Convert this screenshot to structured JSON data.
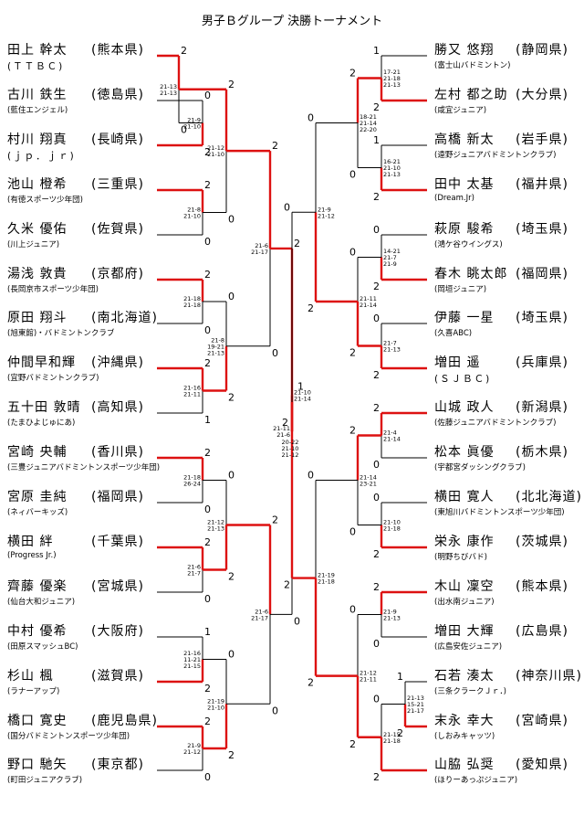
{
  "title": "男子Ｂグループ 決勝トーナメント",
  "left_players": [
    {
      "name": "田上 幹太",
      "pref": "(熊本県)",
      "club": "(ＴＴＢＣ)"
    },
    {
      "name": "古川 鉄生",
      "pref": "(徳島県)",
      "club": "(藍住エンジェル)"
    },
    {
      "name": "村川 翔真",
      "pref": "(長崎県)",
      "club": "(ｊｐ．ｊｒ)"
    },
    {
      "name": "池山 橙希",
      "pref": "(三重県)",
      "club": "(有徳スポーツ少年団)"
    },
    {
      "name": "久米 優佑",
      "pref": "(佐賀県)",
      "club": "(川上ジュニア)"
    },
    {
      "name": "湯浅 敦貴",
      "pref": "(京都府)",
      "club": "(長岡京市スポーツ少年団)"
    },
    {
      "name": "原田 翔斗",
      "pref": "(南北海道)",
      "club": "(旭東館)・バドミントンクラブ"
    },
    {
      "name": "仲間早和輝",
      "pref": "(沖縄県)",
      "club": "(宜野バドミントンクラブ)"
    },
    {
      "name": "五十田 敦晴",
      "pref": "(高知県)",
      "club": "(たまひよじゅにあ)"
    },
    {
      "name": "宮崎 央輔",
      "pref": "(香川県)",
      "club": "(三豊ジュニアバドミントンスポーツ少年団)"
    },
    {
      "name": "宮原 圭純",
      "pref": "(福岡県)",
      "club": "(ネィバーキッズ)"
    },
    {
      "name": "横田 絆",
      "pref": "(千葉県)",
      "club": "(Progress Jr.)"
    },
    {
      "name": "齊藤 優楽",
      "pref": "(宮城県)",
      "club": "(仙台大和ジュニア)"
    },
    {
      "name": "中村 優希",
      "pref": "(大阪府)",
      "club": "(田原スマッシュBC)"
    },
    {
      "name": "杉山 楓",
      "pref": "(滋賀県)",
      "club": "(ラナーアップ)"
    },
    {
      "name": "橋口 寛史",
      "pref": "(鹿児島県)",
      "club": "(国分バドミントンスポーツ少年団)"
    },
    {
      "name": "野口 馳矢",
      "pref": "(東京都)",
      "club": "(町田ジュニアクラブ)"
    }
  ],
  "right_players": [
    {
      "name": "勝又 悠翔",
      "pref": "(静岡県)",
      "club": "(富士山バドミントン)"
    },
    {
      "name": "左村 都之助",
      "pref": "(大分県)",
      "club": "(咸宜ジュニア)"
    },
    {
      "name": "高橋 新太",
      "pref": "(岩手県)",
      "club": "(遠野ジュニアバドミントンクラブ)"
    },
    {
      "name": "田中 太基",
      "pref": "(福井県)",
      "club": "(Dream.Jr)"
    },
    {
      "name": "萩原 駿希",
      "pref": "(埼玉県)",
      "club": "(鴻ケ谷ウイングス)"
    },
    {
      "name": "春木 眺太郎",
      "pref": "(福岡県)",
      "club": "(岡垣ジュニア)"
    },
    {
      "name": "伊藤 一星",
      "pref": "(埼玉県)",
      "club": "(久喜ABC)"
    },
    {
      "name": "増田 遥",
      "pref": "(兵庫県)",
      "club": "(ＳＪＢＣ)"
    },
    {
      "name": "山城 政人",
      "pref": "(新潟県)",
      "club": "(佐藤ジュニアバドミントンクラブ)"
    },
    {
      "name": "松本 眞優",
      "pref": "(栃木県)",
      "club": "(宇都宮ダッシングクラブ)"
    },
    {
      "name": "横田 寛人",
      "pref": "(北北海道)",
      "club": "(東旭川バドミントンスポーツ少年団)"
    },
    {
      "name": "栄永 康作",
      "pref": "(茨城県)",
      "club": "(明野ちびバド)"
    },
    {
      "name": "木山 凜空",
      "pref": "(熊本県)",
      "club": "(出水南ジュニア)"
    },
    {
      "name": "増田 大輝",
      "pref": "(広島県)",
      "club": "(広島安佐ジュニア)"
    },
    {
      "name": "石若 湊太",
      "pref": "(神奈川県)",
      "club": "(三条クラークＪｒ．)"
    },
    {
      "name": "末永 幸大",
      "pref": "(宮崎県)",
      "club": "(しおみキャッツ)"
    },
    {
      "name": "山脇 弘奨",
      "pref": "(愛知県)",
      "club": "(ほりーあっぷジュニア)"
    }
  ],
  "left_matches": [
    {
      "top": "2",
      "bottom": "0",
      "scores": [
        "21-13",
        "21-13"
      ]
    },
    {
      "top": "0",
      "bottom": "2",
      "scores": [
        "21-9",
        "21-10"
      ]
    },
    {
      "top": "2",
      "bottom": "0",
      "scores": [
        "21-12",
        "21-10"
      ]
    },
    {
      "top": "2",
      "bottom": "0",
      "scores": [
        "21-8",
        "21-10"
      ]
    },
    {
      "top": "2",
      "bottom": "0",
      "scores": [
        "21-18",
        "21-18"
      ]
    },
    {
      "top": "2",
      "bottom": "1",
      "scores": [
        "21-16",
        "21-11"
      ]
    },
    {
      "top": "0",
      "bottom": "2",
      "scores": [
        "21-8",
        "19-21",
        "21-13"
      ]
    },
    {
      "top": "2",
      "bottom": "0",
      "scores": [
        "21-6",
        "21-17"
      ]
    },
    {
      "top": "2",
      "bottom": "0",
      "scores": [
        "21-18",
        "26-24"
      ]
    },
    {
      "top": "2",
      "bottom": "0",
      "scores": [
        "21-6",
        "21-7"
      ]
    },
    {
      "top": "0",
      "bottom": "2",
      "scores": [
        "21-12",
        "21-13"
      ]
    },
    {
      "top": "1",
      "bottom": "2",
      "scores": [
        "21-16",
        "11-21",
        "21-15"
      ]
    },
    {
      "top": "2",
      "bottom": "0",
      "scores": [
        "21-9",
        "21-12"
      ]
    },
    {
      "top": "0",
      "bottom": "2",
      "scores": [
        "21-19",
        "21-10"
      ]
    },
    {
      "top": "2",
      "bottom": "0",
      "scores": [
        "21-6",
        "21-17"
      ]
    },
    {
      "top": "2",
      "bottom": "0",
      "scores": [
        "21-11",
        "21-6"
      ]
    }
  ],
  "right_matches": [
    {
      "top": "1",
      "bottom": "2",
      "scores": [
        "17-21",
        "21-18",
        "21-13"
      ]
    },
    {
      "top": "1",
      "bottom": "2",
      "scores": [
        "16-21",
        "21-10",
        "21-13"
      ]
    },
    {
      "top": "2",
      "bottom": "0",
      "scores": [
        "18-21",
        "21-14",
        "22-20"
      ]
    },
    {
      "top": "0",
      "bottom": "2",
      "scores": [
        "14-21",
        "21-7",
        "21-9"
      ]
    },
    {
      "top": "0",
      "bottom": "2",
      "scores": [
        "21-7",
        "21-13"
      ]
    },
    {
      "top": "0",
      "bottom": "2",
      "scores": [
        "21-11",
        "21-14"
      ]
    },
    {
      "top": "0",
      "bottom": "2",
      "scores": [
        "21-9",
        "21-12"
      ]
    },
    {
      "top": "2",
      "bottom": "0",
      "scores": [
        "21-4",
        "21-14"
      ]
    },
    {
      "top": "0",
      "bottom": "2",
      "scores": [
        "21-10",
        "21-18"
      ]
    },
    {
      "top": "2",
      "bottom": "0",
      "scores": [
        "21-14",
        "23-21"
      ]
    },
    {
      "top": "2",
      "bottom": "0",
      "scores": [
        "21-9",
        "21-13"
      ]
    },
    {
      "top": "1",
      "bottom": "2",
      "scores": [
        "21-13",
        "15-21",
        "21-17"
      ]
    },
    {
      "top": "0",
      "bottom": "2",
      "scores": [
        "21-15",
        "21-18"
      ]
    },
    {
      "top": "0",
      "bottom": "2",
      "scores": [
        "21-12",
        "21-11"
      ]
    },
    {
      "top": "0",
      "bottom": "2",
      "scores": [
        "21-19",
        "21-18"
      ]
    },
    {
      "top": "0",
      "bottom": "2",
      "scores": [
        "21-10",
        "21-14"
      ]
    }
  ],
  "final": {
    "left": "2",
    "right": "1",
    "scores": [
      "20-22",
      "21-10",
      "21-12"
    ]
  },
  "colors": {
    "win_line": "#dd1111",
    "lose_line": "#000000"
  }
}
